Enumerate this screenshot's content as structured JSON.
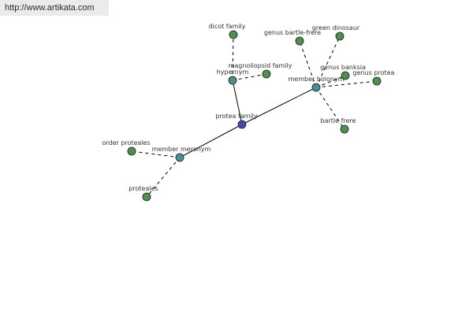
{
  "site": {
    "url": "http://www.artikata.com"
  },
  "graph": {
    "center_color": "#4848a8",
    "relation_color": "#4a9090",
    "leaf_color": "#4f8f4f",
    "center": {
      "id": "center",
      "label": "protea family"
    },
    "relations": [
      {
        "id": "hypernym",
        "label": "hypernym"
      },
      {
        "id": "member-holonym",
        "label": "member holonym"
      },
      {
        "id": "member-meronym",
        "label": "member meronym"
      }
    ],
    "leaves": [
      {
        "id": "dicot-family",
        "label": "dicot family",
        "parent": "hypernym"
      },
      {
        "id": "magnoliopsid-family",
        "label": "magnoliopsid family",
        "parent": "hypernym"
      },
      {
        "id": "genus-bartle-frere",
        "label": "genus bartle-frere",
        "parent": "member-holonym"
      },
      {
        "id": "green-dinosaur",
        "label": "green dinosaur",
        "parent": "member-holonym"
      },
      {
        "id": "genus-banksia",
        "label": "genus banksia",
        "parent": "member-holonym"
      },
      {
        "id": "genus-protea",
        "label": "genus protea",
        "parent": "member-holonym"
      },
      {
        "id": "bartle-frere",
        "label": "bartle frere",
        "parent": "member-holonym"
      },
      {
        "id": "order-proteales",
        "label": "order proteales",
        "parent": "member-meronym"
      },
      {
        "id": "proteales",
        "label": "proteales",
        "parent": "member-meronym"
      }
    ]
  }
}
